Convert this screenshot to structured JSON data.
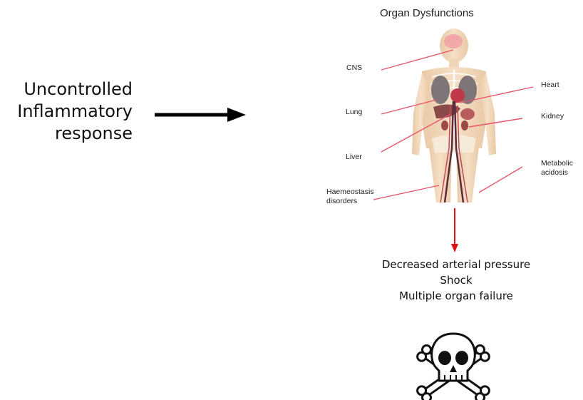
{
  "cause": {
    "lines": [
      "Uncontrolled",
      "Inflammatory",
      "response"
    ]
  },
  "panel": {
    "title": "Organ Dysfunctions",
    "organs": {
      "cns": "CNS",
      "heart": "Heart",
      "lung": "Lung",
      "kidney": "Kidney",
      "liver": "Liver",
      "metabolic_line1": "Metabolic",
      "metabolic_line2": "acidosis",
      "haemeostasis_line1": "Haemeostasis",
      "haemeostasis_line2": "disorders"
    }
  },
  "outcomes": [
    "Decreased arterial pressure",
    "Shock",
    "Multiple organ failure"
  ],
  "colors": {
    "leader_line": "#e8546a",
    "down_arrow": "#e01010",
    "main_arrow": "#000000"
  },
  "icons": {
    "death": "skull-crossbones-icon"
  }
}
